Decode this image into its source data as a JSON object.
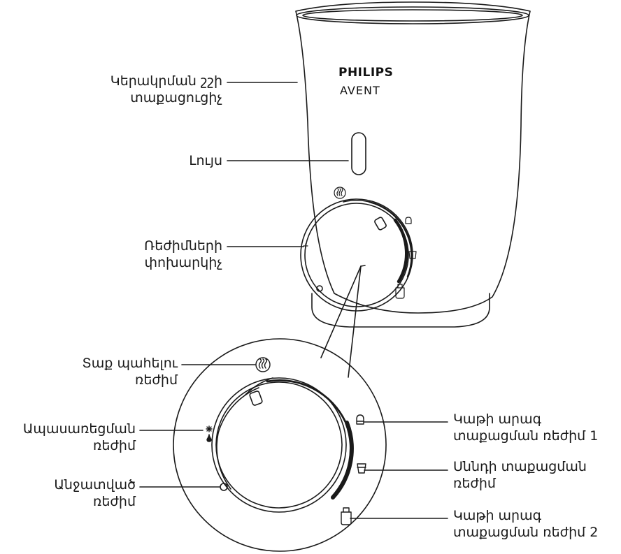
{
  "brand": {
    "line1": "PHILIPS",
    "line2": "AVENT"
  },
  "labels": {
    "heater_line1": "Կերակրման շշի",
    "heater_line2": "տաքացուցիչ",
    "light": "Լույս",
    "selector_line1": "Ռեժիմների",
    "selector_line2": "փոխարկիչ",
    "keep_warm_line1": "Տաք պահելու",
    "keep_warm_line2": "ռեժիմ",
    "defrost_line1": "Ապասառեցման",
    "defrost_line2": "ռեժիմ",
    "off_line1": "Անջատված",
    "off_line2": "ռեժիմ",
    "milk1_line1": "Կաթի արագ",
    "milk1_line2": "տաքացման ռեժիմ 1",
    "food_line1": "Սննդի տաքացման",
    "food_line2": "ռեժիմ",
    "milk2_line1": "Կաթի արագ",
    "milk2_line2": "տաքացման ռեժիմ 2"
  },
  "icons": [
    "steam-keep-warm-icon",
    "snowflake-defrost-icon",
    "off-circle-icon",
    "bottle-fast-1-icon",
    "food-jar-icon",
    "bottle-fast-2-icon"
  ],
  "colors": {
    "line": "#1a1a1a",
    "background": "#ffffff"
  }
}
